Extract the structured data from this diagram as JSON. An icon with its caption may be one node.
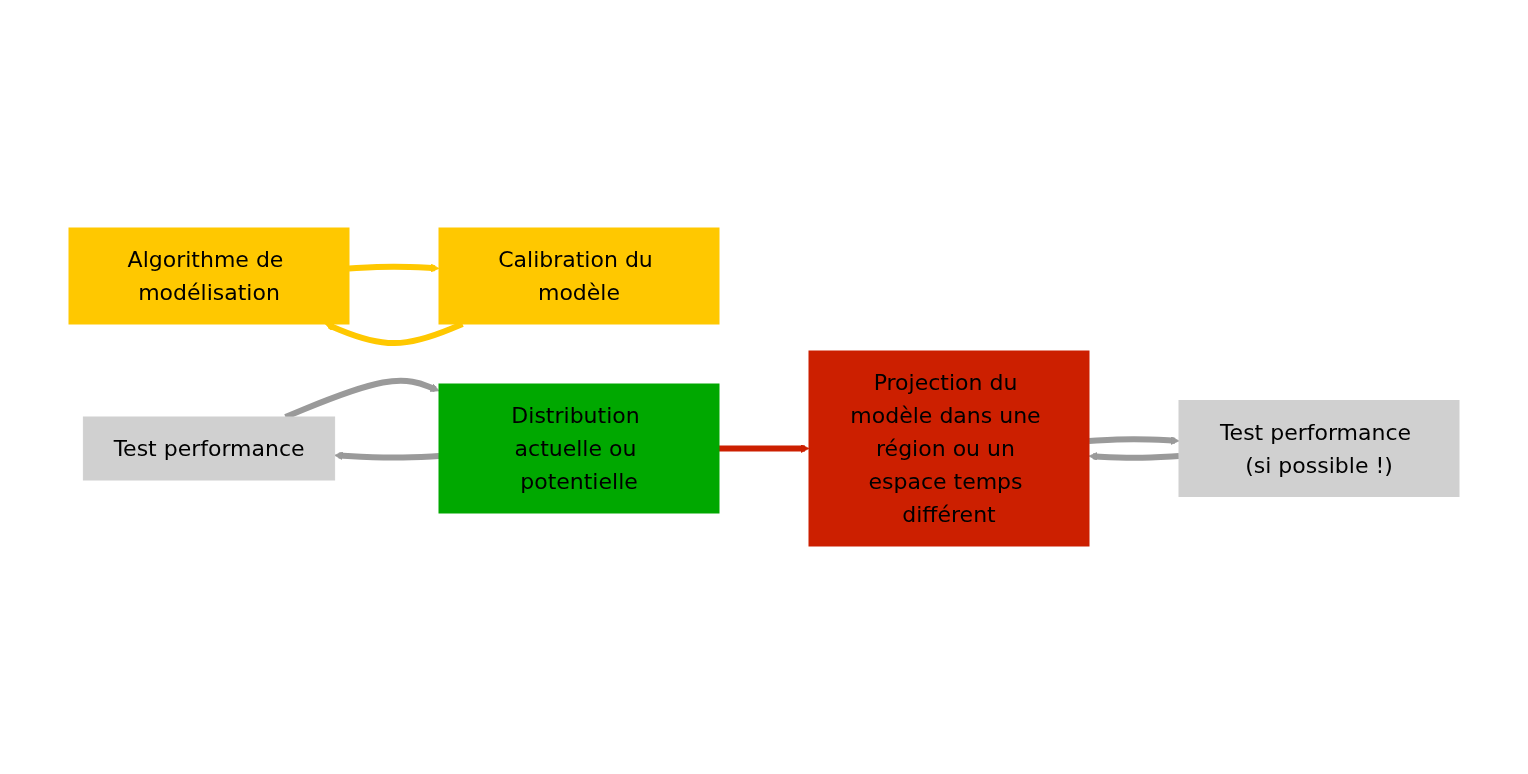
{
  "diagram": {
    "nodes": [
      {
        "text": [
          "Algorithme de modélisation"
        ]
      },
      {
        "text": [
          "Calibration du modèle"
        ]
      },
      {
        "text": [
          "Test performance"
        ]
      },
      {
        "text": [
          "Distribution actuelle ou potentielle"
        ]
      },
      {
        "text": [
          "Test performance (si possible !)"
        ]
      },
      {
        "text": [
          "Projection du modèle dans une région ou un espace temps différent"
        ]
      }
    ],
    "edges": [
      {
        "from": 0,
        "to": 1,
        "arrow": "to",
        "color": "#ffc800"
      },
      {
        "from": 1,
        "to": 0,
        "arrow": "to",
        "color": "#ffc800"
      },
      {
        "from": 3,
        "to": 2,
        "arrow": "to"
      },
      {
        "from": 2,
        "to": 3,
        "arrow": "to"
      },
      {
        "from": 3,
        "to": 5,
        "arrow": "to",
        "color": "#cc1f00"
      },
      {
        "from": 4,
        "to": 5,
        "arrow": "to"
      },
      {
        "from": 5,
        "to": 4,
        "arrow": "to"
      }
    ]
  }
}
